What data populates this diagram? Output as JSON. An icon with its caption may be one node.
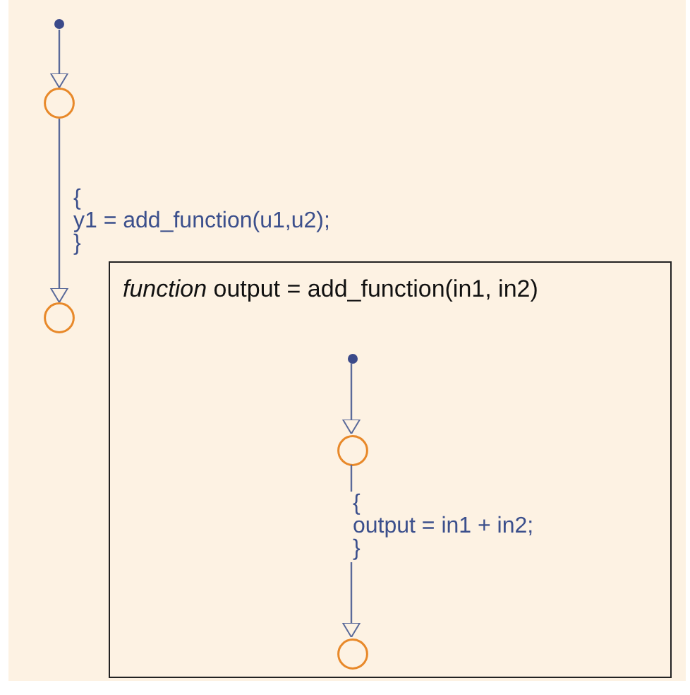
{
  "diagram": {
    "nodes": [
      {
        "text": [],
        "shape": "dot"
      },
      {
        "text": [],
        "shape": "circle"
      },
      {
        "text": [],
        "shape": "circle"
      },
      {
        "text": [
          "*function* output = add_function(in1, in2)"
        ]
      },
      {
        "text": [],
        "shape": "dot",
        "in": 3
      },
      {
        "text": [],
        "shape": "circle",
        "in": 3
      },
      {
        "text": [],
        "shape": "circle",
        "in": 3
      }
    ],
    "edges": [
      {
        "from": 0,
        "to": 1,
        "arrow": "to"
      },
      {
        "from": 1,
        "to": 2,
        "arrow": "to",
        "label": "{ y1 = add_function(u1,u2); }"
      },
      {
        "from": 4,
        "to": 5,
        "arrow": "to"
      },
      {
        "from": 5,
        "to": 6,
        "arrow": "to",
        "label": "{ output = in1 + in2; }"
      }
    ]
  }
}
